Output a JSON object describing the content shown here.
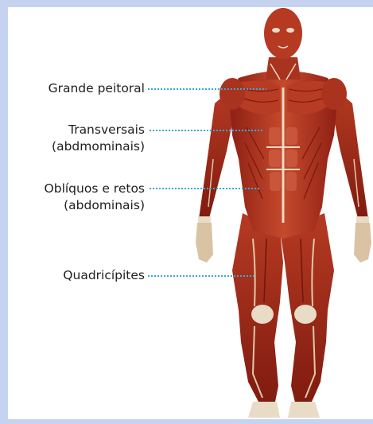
{
  "labels": {
    "grande_peitoral": "Grande peitoral",
    "transversais_line1": "Transversais",
    "transversais_line2": "(abdmominais)",
    "obliquos_line1": "Oblíquos e retos",
    "obliquos_line2": "(abdominais)",
    "quadricipites": "Quadricípites"
  },
  "colors": {
    "frame": "#c5d3f0",
    "leader_line": "#3aa8d8",
    "muscle_dark": "#8e1f14",
    "muscle": "#b73a22",
    "muscle_light": "#cf5a3a",
    "tendon": "#e8dcc6"
  }
}
